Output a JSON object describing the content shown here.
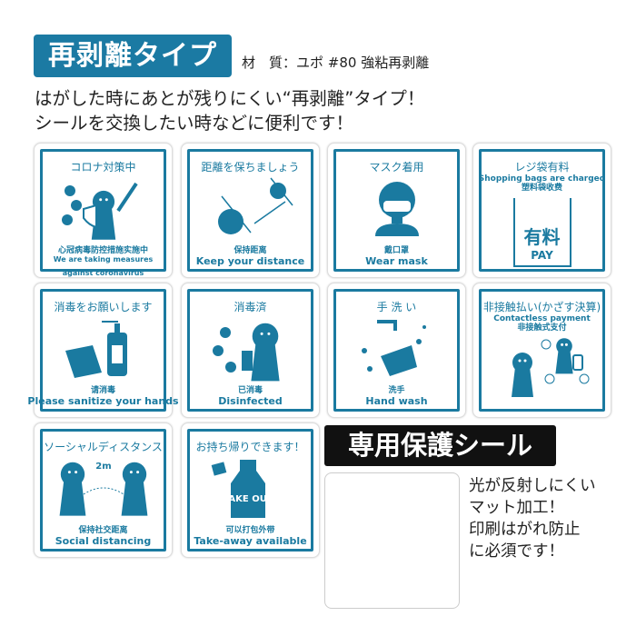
{
  "header": {
    "badge": "再剥離タイプ",
    "material": "材　質：ユポ #80 強粘再剥離",
    "line1": "はがした時にあとが残りにくい“再剥離”タイプ！",
    "line2": "シールを交換したい時などに便利です！"
  },
  "accent_color": "#1a7aa0",
  "stickers": [
    {
      "title": "コロナ対策中",
      "icon": "knight-virus-icon",
      "bottom": [
        "心冠病毒防控措施实施中",
        "We are taking measures",
        "against coronavirus"
      ]
    },
    {
      "title": "距離を保ちましょう",
      "icon": "footprints-distance-icon",
      "bottom": [
        "保持距离",
        "Keep your distance"
      ]
    },
    {
      "title": "マスク着用",
      "icon": "mask-person-icon",
      "bottom": [
        "戴口罩",
        "Wear mask"
      ]
    },
    {
      "title": "レジ袋有料",
      "sub": [
        "Shopping bags are charged",
        "塑料袋收费"
      ],
      "icon": "shopping-bag-icon",
      "bag_text": "有料",
      "bag_sub": "PAY"
    },
    {
      "title": "消毒をお願いします",
      "icon": "sanitizer-hands-icon",
      "bottom": [
        "请消毒",
        "Please sanitize your hands"
      ]
    },
    {
      "title": "消毒済",
      "icon": "spray-person-icon",
      "bottom": [
        "已消毒",
        "Disinfected"
      ]
    },
    {
      "title": "手 洗 い",
      "icon": "handwash-icon",
      "bottom": [
        "洗手",
        "Hand wash"
      ]
    },
    {
      "title": "非接触払い(かざす決算)",
      "sub": [
        "Contactless payment",
        "非接触式支付"
      ],
      "icon": "contactless-payment-icon"
    },
    {
      "title": "ソーシャルディスタンス",
      "icon": "social-distance-icon",
      "label": "2m",
      "bottom": [
        "保持社交距离",
        "Social distancing"
      ]
    },
    {
      "title": "お持ち帰りできます！",
      "icon": "takeout-bag-icon",
      "label": "TAKE OUT",
      "bottom": [
        "可以打包外带",
        "Take-away available"
      ]
    }
  ],
  "protect": {
    "badge": "専用保護シール",
    "note": [
      "光が反射しにくい",
      "マット加工！",
      "印刷はがれ防止",
      "に必須です！"
    ]
  }
}
